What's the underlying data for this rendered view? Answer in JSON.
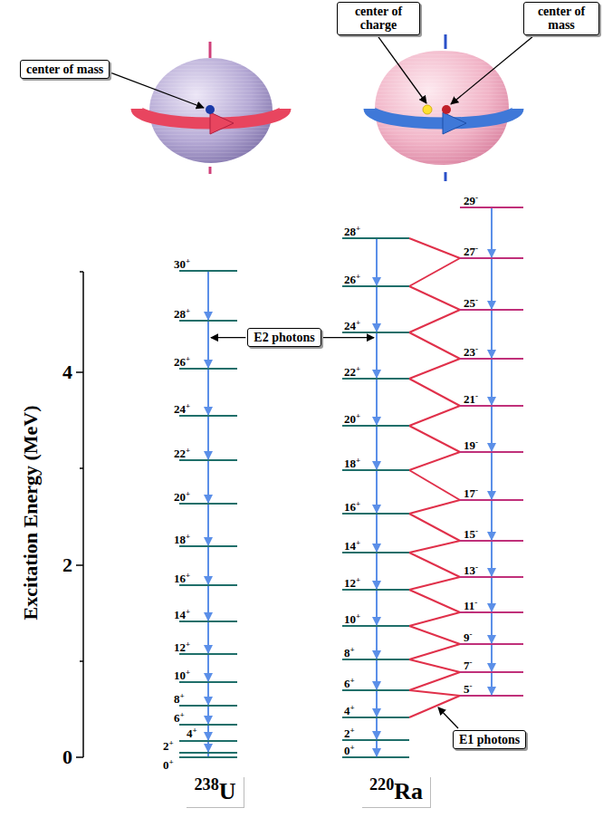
{
  "diagram": {
    "nodes": [
      {
        "text": [
          "center of mass"
        ]
      },
      {
        "text": [
          "center of charge"
        ]
      },
      {
        "text": [
          "center of mass"
        ]
      },
      {
        "text": [
          "E2 photons"
        ]
      },
      {
        "text": [
          "E1 photons"
        ]
      },
      {
        "text": [
          "238U"
        ]
      },
      {
        "text": [
          "220Ra"
        ]
      }
    ],
    "labels": [
      "0",
      "2",
      "4",
      "Excitation Energy (MeV)",
      "0+",
      "2+",
      "4+",
      "6+",
      "8+",
      "10+",
      "12+",
      "14+",
      "16+",
      "18+",
      "20+",
      "22+",
      "24+",
      "26+",
      "28+",
      "30+",
      "0+",
      "2+",
      "4+",
      "6+",
      "8+",
      "10+",
      "12+",
      "14+",
      "16+",
      "18+",
      "20+",
      "22+",
      "24+",
      "26+",
      "28+",
      "5-",
      "7-",
      "9-",
      "11-",
      "13-",
      "15-",
      "17-",
      "19-",
      "21-",
      "23-",
      "25-",
      "27-",
      "29-"
    ]
  }
}
